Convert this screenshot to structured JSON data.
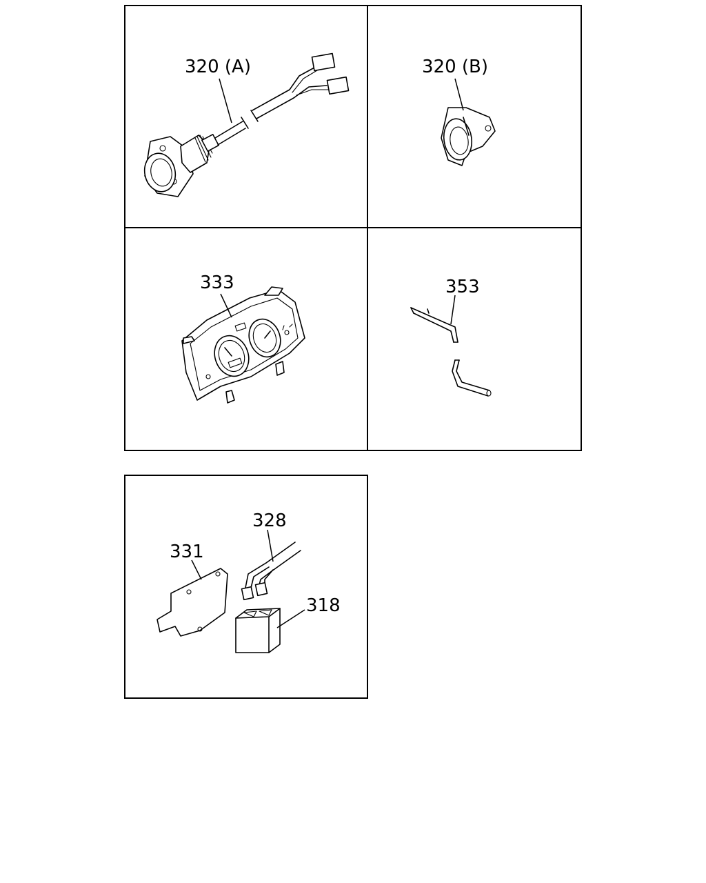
{
  "callouts": {
    "p320a": "320 (A)",
    "p320b": "320 (B)",
    "p333": "333",
    "p353": "353",
    "p328": "328",
    "p331": "331",
    "p318": "318"
  },
  "line_color": "#000000",
  "background_color": "#ffffff"
}
